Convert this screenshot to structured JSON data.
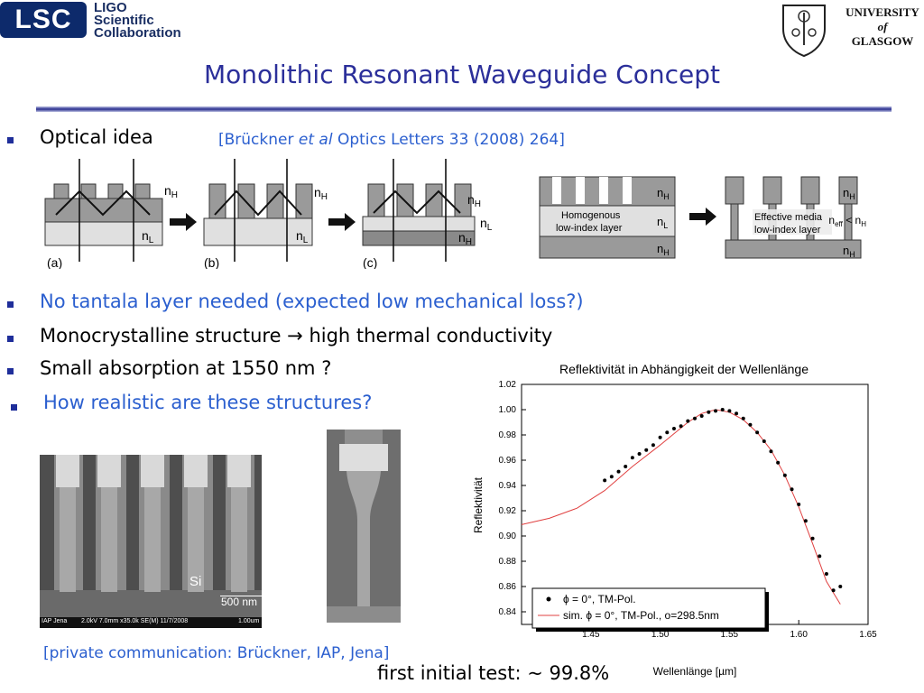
{
  "logos": {
    "lsc_short": "LSC",
    "lsc_line1": "LIGO",
    "lsc_line2": "Scientific",
    "lsc_line3": "Collaboration",
    "glasgow_line1": "UNIVERSITY",
    "glasgow_line2": "of",
    "glasgow_line3": "GLASGOW"
  },
  "slide": {
    "title": "Monolithic Resonant Waveguide Concept",
    "bullet1": "Optical idea",
    "reference_open": "[Brückner ",
    "reference_italic": "et al",
    "reference_close": " Optics Letters 33 (2008) 264]",
    "bullet2": "No tantala layer needed (expected low mechanical loss?)",
    "bullet3_part1": "Monocrystalline structure ",
    "bullet3_arrow": "→",
    "bullet3_part2": " high thermal conductivity",
    "bullet4": "Small absorption at 1550 nm ?",
    "bullet5": "How realistic are these structures?",
    "private_comm": "[private communication: Brückner, IAP, Jena]",
    "first_test": "first initial test: ~ 99.8%"
  },
  "diagram": {
    "label_a": "(a)",
    "label_b": "(b)",
    "label_c": "(c)",
    "nH": "n",
    "nH_sub": "H",
    "nL": "n",
    "nL_sub": "L",
    "homog_line1": "Homogenous",
    "homog_line2": "low-index layer",
    "effective_line1": "Effective media",
    "effective_line2": "low-index layer",
    "neff": "n",
    "neff_sub": "eff",
    "neff_rel": " < n",
    "neff_rel_sub": "H"
  },
  "sem": {
    "si_label": "Si",
    "scale_label": "500 nm",
    "footer_left": "IAP Jena",
    "footer_mid": "2.0kV 7.0mm x35.0k SE(M) 11/7/2008",
    "footer_right": "1.00um"
  },
  "chart_data": {
    "type": "scatter",
    "title": "Reflektivität in Abhängigkeit der Wellenlänge",
    "xlabel": "Wellenlänge [µm]",
    "ylabel": "Reflektivität",
    "xlim": [
      1.4,
      1.65
    ],
    "ylim": [
      0.83,
      1.02
    ],
    "x_ticks": [
      1.45,
      1.5,
      1.55,
      1.6,
      1.65
    ],
    "y_ticks": [
      0.84,
      0.86,
      0.88,
      0.9,
      0.92,
      0.94,
      0.96,
      0.98,
      1.0,
      1.02
    ],
    "legend_position": "bottom-left",
    "series": [
      {
        "name": "ϕ = 0°, TM-Pol.",
        "kind": "points",
        "color": "#000000",
        "x": [
          1.46,
          1.465,
          1.47,
          1.475,
          1.48,
          1.485,
          1.49,
          1.495,
          1.5,
          1.505,
          1.51,
          1.515,
          1.52,
          1.525,
          1.53,
          1.535,
          1.54,
          1.545,
          1.55,
          1.555,
          1.56,
          1.565,
          1.57,
          1.575,
          1.58,
          1.585,
          1.59,
          1.595,
          1.6,
          1.605,
          1.61,
          1.615,
          1.62,
          1.625,
          1.63
        ],
        "y": [
          0.944,
          0.947,
          0.951,
          0.955,
          0.962,
          0.965,
          0.968,
          0.972,
          0.978,
          0.982,
          0.985,
          0.987,
          0.991,
          0.993,
          0.995,
          0.998,
          0.999,
          1.0,
          0.999,
          0.997,
          0.993,
          0.988,
          0.982,
          0.975,
          0.967,
          0.958,
          0.948,
          0.937,
          0.925,
          0.912,
          0.898,
          0.884,
          0.87,
          0.857,
          0.86
        ]
      },
      {
        "name": "sim. ϕ = 0°, TM-Pol., o=298.5nm",
        "kind": "line",
        "color": "#e04040",
        "x": [
          1.4,
          1.42,
          1.44,
          1.46,
          1.48,
          1.5,
          1.51,
          1.52,
          1.53,
          1.54,
          1.55,
          1.56,
          1.57,
          1.58,
          1.59,
          1.6,
          1.61,
          1.62,
          1.63
        ],
        "y": [
          0.909,
          0.914,
          0.922,
          0.936,
          0.955,
          0.972,
          0.981,
          0.99,
          0.997,
          1.0,
          0.998,
          0.992,
          0.982,
          0.968,
          0.948,
          0.923,
          0.894,
          0.864,
          0.846
        ]
      }
    ]
  }
}
